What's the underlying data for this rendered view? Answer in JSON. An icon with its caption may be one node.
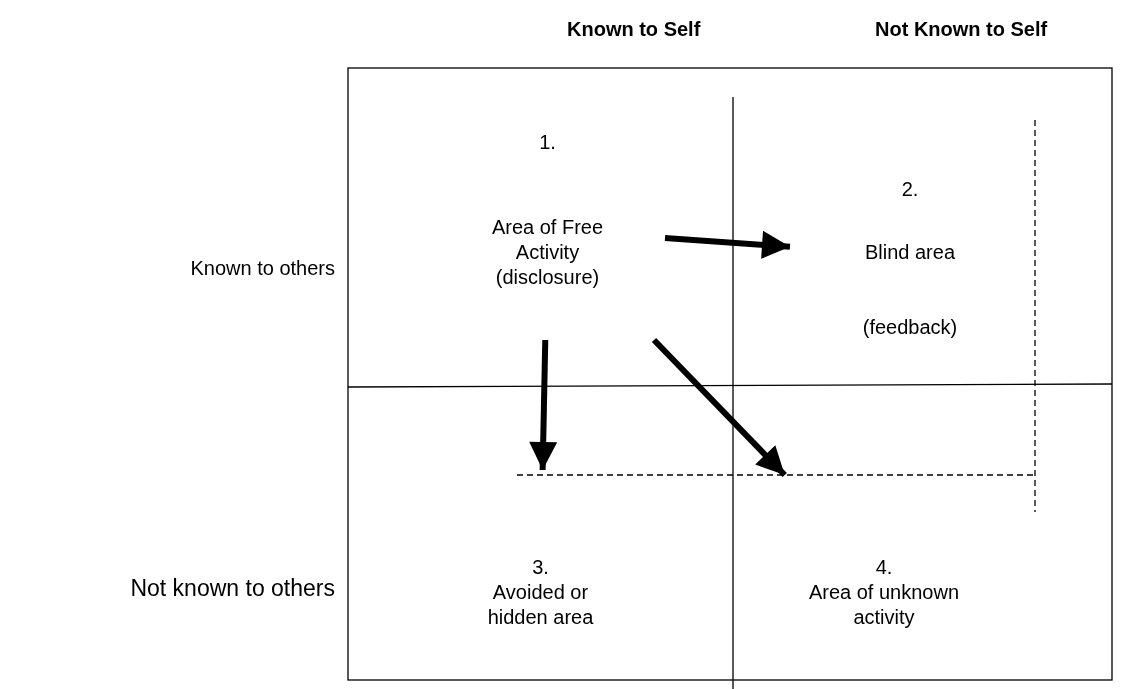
{
  "diagram": {
    "nodes": [
      {
        "text": [
          "1.",
          "Area of Free Activity (disclosure)"
        ]
      },
      {
        "text": [
          "2.",
          "Blind area",
          "(feedback)"
        ]
      },
      {
        "text": [
          "3.",
          "Avoided or hidden area"
        ]
      },
      {
        "text": [
          "4.",
          "Area of unknown activity"
        ]
      }
    ],
    "edges": [
      {
        "from": 0,
        "to": 1,
        "arrow": "to"
      },
      {
        "from": 0,
        "to": 2,
        "arrow": "to"
      },
      {
        "from": 0,
        "to": 3,
        "arrow": "to"
      }
    ],
    "labels": [
      "Known to Self",
      "Not Known to Self",
      "Known to others",
      "Not known to others"
    ]
  }
}
